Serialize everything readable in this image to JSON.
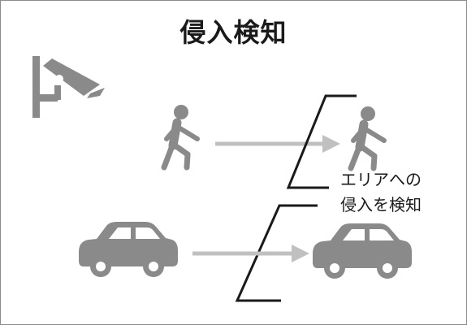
{
  "title": "侵入検知",
  "caption": {
    "line1": "エリアへの",
    "line2": "侵入を検知"
  },
  "colors": {
    "icon": "#8a8a8a",
    "arrow": "#c0c0c0",
    "boundary_line": "#1a1a1a",
    "text": "#1a1a1a",
    "border": "#8c8c8c"
  },
  "icons": [
    "security-camera-icon",
    "walking-person-icon",
    "car-icon",
    "arrow-right-icon"
  ]
}
